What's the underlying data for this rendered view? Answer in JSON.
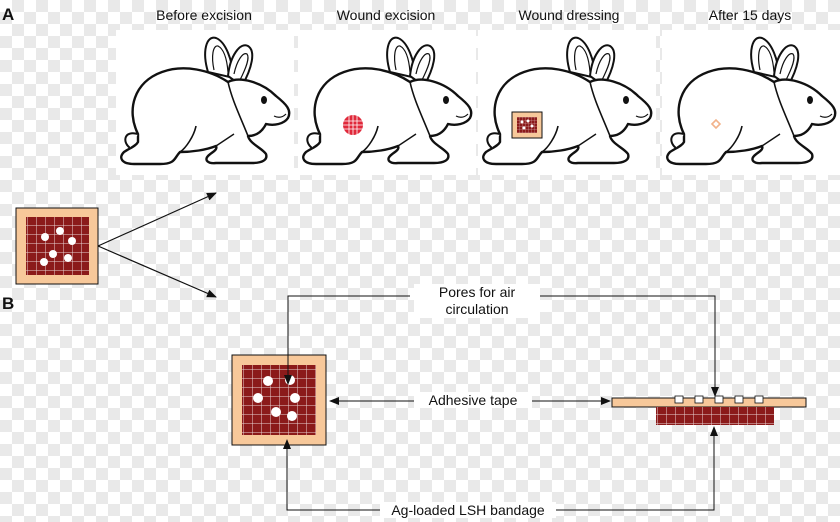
{
  "panel_labels": {
    "a": "A",
    "b": "B"
  },
  "stages": [
    {
      "label": "Before excision",
      "mark": "none"
    },
    {
      "label": "Wound excision",
      "mark": "wound"
    },
    {
      "label": "Wound dressing",
      "mark": "bandage"
    },
    {
      "label": "After 15 days",
      "mark": "healed"
    }
  ],
  "callouts": {
    "pores": "Pores for air circulation",
    "pores_line1": "Pores for air",
    "pores_line2": "circulation",
    "tape": "Adhesive tape",
    "bandage": "Ag-loaded LSH bandage"
  },
  "colors": {
    "tape": "#f7c89a",
    "tape_edge": "#b88a5c",
    "bandage": "#8b1a1a",
    "grid_line": "#e8d3d3",
    "wound": "#e0283a",
    "healed": "#f2b28a"
  }
}
